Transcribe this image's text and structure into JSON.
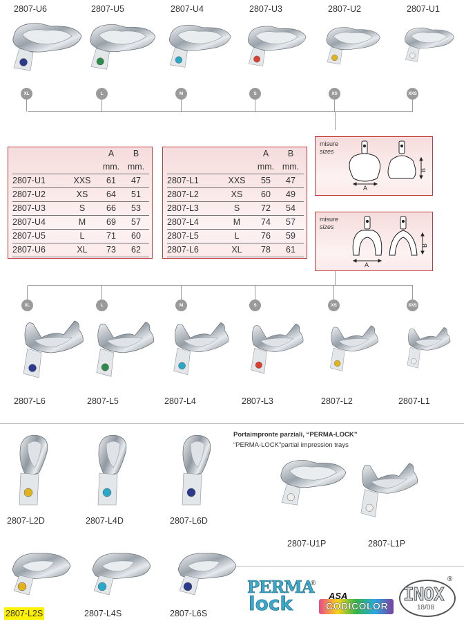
{
  "top_row": {
    "items": [
      {
        "code": "2807-U6",
        "size": "XL",
        "color": "#2c3a8c"
      },
      {
        "code": "2807-U5",
        "size": "L",
        "color": "#2e8a4a"
      },
      {
        "code": "2807-U4",
        "size": "M",
        "color": "#2aa8c8"
      },
      {
        "code": "2807-U3",
        "size": "S",
        "color": "#d9402e"
      },
      {
        "code": "2807-U2",
        "size": "XS",
        "color": "#e0b21c"
      },
      {
        "code": "2807-U1",
        "size": "XXS",
        "color": "#eeeeee"
      }
    ]
  },
  "table_upper": {
    "headers": {
      "a": "A",
      "b": "B",
      "unit_a": "mm.",
      "unit_b": "mm."
    },
    "rows": [
      {
        "code": "2807-U1",
        "size": "XXS",
        "a": "61",
        "b": "47"
      },
      {
        "code": "2807-U2",
        "size": "XS",
        "a": "64",
        "b": "51"
      },
      {
        "code": "2807-U3",
        "size": "S",
        "a": "66",
        "b": "53"
      },
      {
        "code": "2807-U4",
        "size": "M",
        "a": "69",
        "b": "57"
      },
      {
        "code": "2807-U5",
        "size": "L",
        "a": "71",
        "b": "60"
      },
      {
        "code": "2807-U6",
        "size": "XL",
        "a": "73",
        "b": "62"
      }
    ]
  },
  "table_lower": {
    "headers": {
      "a": "A",
      "b": "B",
      "unit_a": "mm.",
      "unit_b": "mm."
    },
    "rows": [
      {
        "code": "2807-L1",
        "size": "XXS",
        "a": "55",
        "b": "47"
      },
      {
        "code": "2807-L2",
        "size": "XS",
        "a": "60",
        "b": "49"
      },
      {
        "code": "2807-L3",
        "size": "S",
        "a": "72",
        "b": "54"
      },
      {
        "code": "2807-L4",
        "size": "M",
        "a": "74",
        "b": "57"
      },
      {
        "code": "2807-L5",
        "size": "L",
        "a": "76",
        "b": "59"
      },
      {
        "code": "2807-L6",
        "size": "XL",
        "a": "78",
        "b": "61"
      }
    ]
  },
  "sizes_box_upper": {
    "label_it": "misure",
    "label_en": "sizes",
    "dim_a": "A",
    "dim_b": "B"
  },
  "sizes_box_lower": {
    "label_it": "misure",
    "label_en": "sizes",
    "dim_a": "A",
    "dim_b": "B"
  },
  "bottom_row": {
    "items": [
      {
        "code": "2807-L6",
        "size": "XL",
        "color": "#2c3a8c"
      },
      {
        "code": "2807-L5",
        "size": "L",
        "color": "#2e8a4a"
      },
      {
        "code": "2807-L4",
        "size": "M",
        "color": "#2aa8c8"
      },
      {
        "code": "2807-L3",
        "size": "S",
        "color": "#d9402e"
      },
      {
        "code": "2807-L2",
        "size": "XS",
        "color": "#e0b21c"
      },
      {
        "code": "2807-L1",
        "size": "XXS",
        "color": "#eeeeee"
      }
    ]
  },
  "partial": {
    "title_it": "Portaimpronte parziali, “PERMA-LOCK”",
    "title_en": "“PERMA-LOCK”partial impression trays",
    "row1": [
      {
        "code": "2807-L2D",
        "color": "#e0b21c"
      },
      {
        "code": "2807-L4D",
        "color": "#2aa8c8"
      },
      {
        "code": "2807-L6D",
        "color": "#2c3a8c"
      }
    ],
    "row2": [
      {
        "code": "2807-L2S",
        "color": "#e0b21c"
      },
      {
        "code": "2807-L4S",
        "color": "#2aa8c8"
      },
      {
        "code": "2807-L6S",
        "color": "#2c3a8c"
      }
    ],
    "perma": [
      {
        "code": "2807-U1P",
        "color": "#eeeeee"
      },
      {
        "code": "2807-L1P",
        "color": "#eeeeee"
      }
    ]
  },
  "logos": {
    "perma_top": "PERMA",
    "perma_bottom": "lock",
    "reg": "®",
    "asa": "ASA",
    "codicolor": "CODICOLOR",
    "inox": "INOX",
    "inox_sub": "18/08"
  },
  "colors": {
    "accent": "#c23a3a",
    "highlight": "#fff200",
    "steel": "#b8bec4"
  }
}
